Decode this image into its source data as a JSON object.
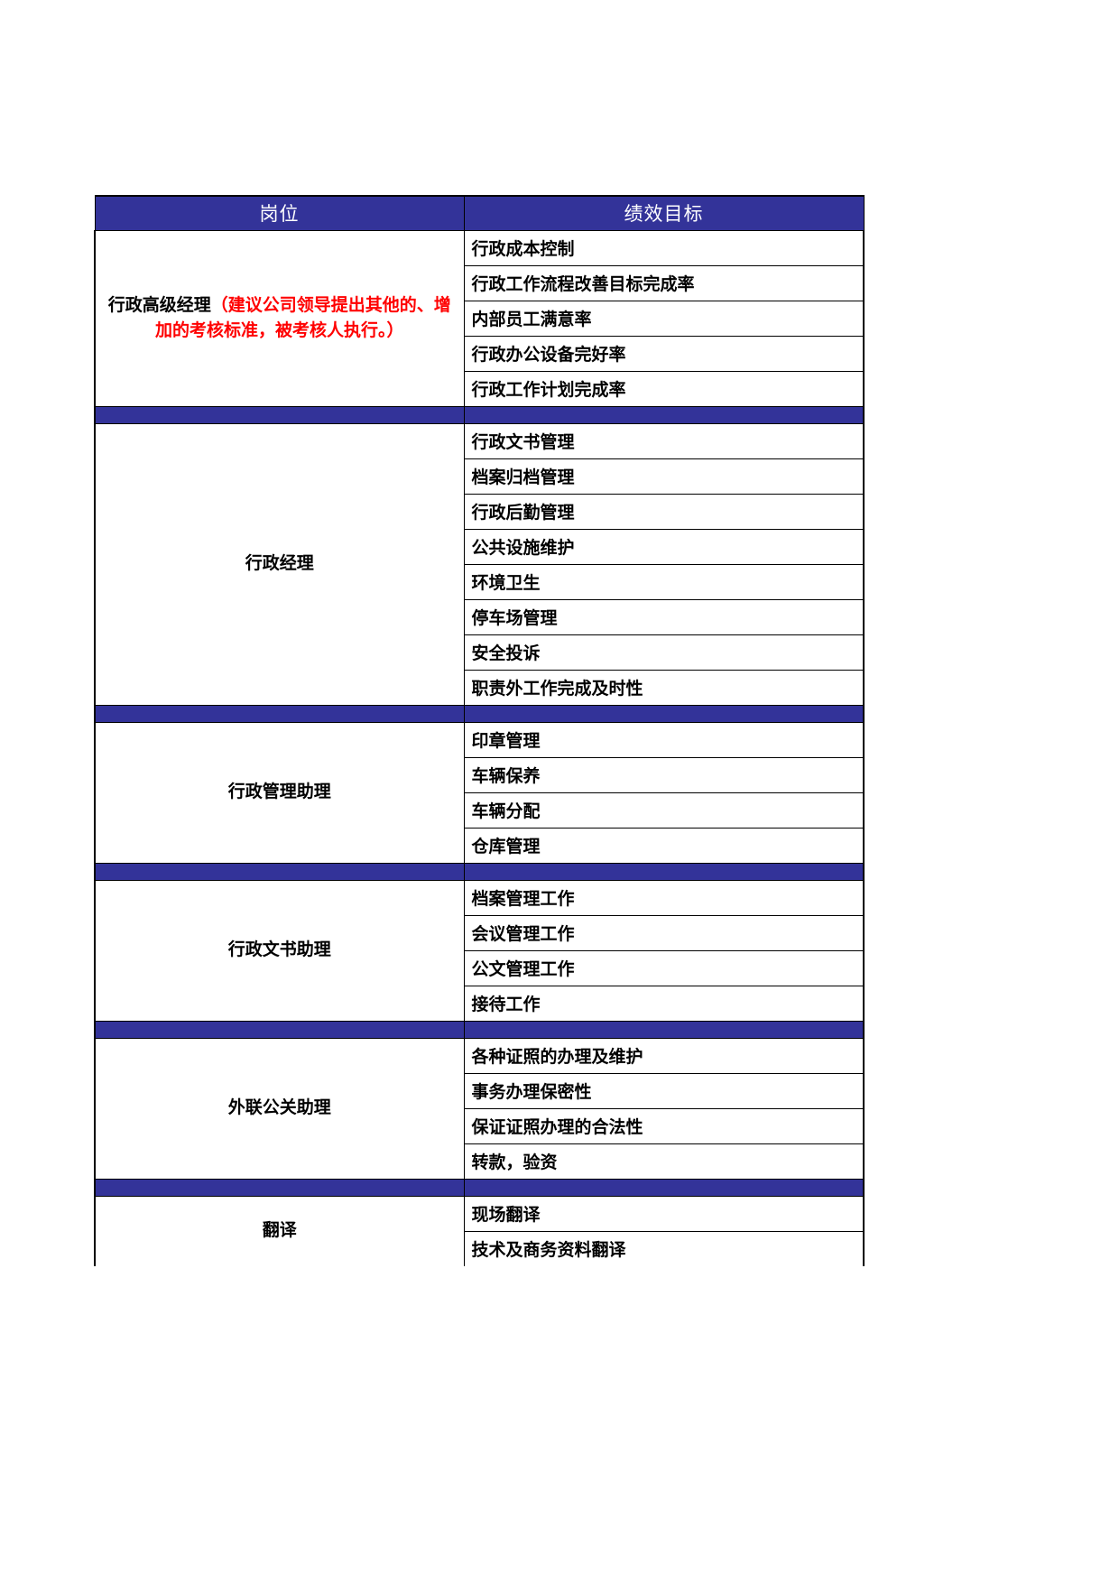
{
  "table": {
    "columns": [
      {
        "key": "position",
        "label": "岗位"
      },
      {
        "key": "goal",
        "label": "绩效目标"
      }
    ],
    "colors": {
      "header_background": "#333399",
      "header_text": "#ffffff",
      "separator_band": "#333399",
      "grid_line": "#000000",
      "emphasis_text": "#ff0000",
      "body_text": "#000000",
      "page_background": "#ffffff"
    },
    "groups": [
      {
        "position": "行政高级经理（建议公司领导提出其他的、增加的考核标准，被考核人执行。）",
        "position_plain": "行政高级经理",
        "position_note": "（建议公司领导提出其他的、增加的考核标准，被考核人执行。）",
        "position_note_color": "#ff0000",
        "goals": [
          "行政成本控制",
          "行政工作流程改善目标完成率",
          "内部员工满意率",
          "行政办公设备完好率",
          "行政工作计划完成率"
        ]
      },
      {
        "position": "行政经理",
        "goals": [
          "行政文书管理",
          "档案归档管理",
          "行政后勤管理",
          "公共设施维护",
          "环境卫生",
          "停车场管理",
          "安全投诉",
          "职责外工作完成及时性"
        ]
      },
      {
        "position": "行政管理助理",
        "goals": [
          "印章管理",
          "车辆保养",
          "车辆分配",
          "仓库管理"
        ]
      },
      {
        "position": "行政文书助理",
        "goals": [
          "档案管理工作",
          "会议管理工作",
          "公文管理工作",
          "接待工作"
        ]
      },
      {
        "position": "外联公关助理",
        "goals": [
          "各种证照的办理及维护",
          "事务办理保密性",
          "保证证照办理的合法性",
          "转款，验资"
        ]
      },
      {
        "position": "翻译",
        "goals": [
          "现场翻译",
          "技术及商务资料翻译"
        ]
      }
    ]
  }
}
